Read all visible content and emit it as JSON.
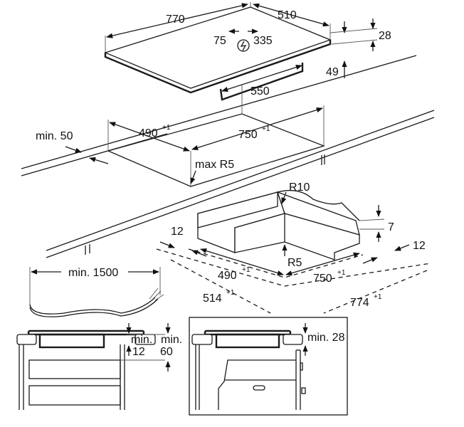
{
  "hob": {
    "width": "770",
    "depth": "510",
    "height": "28",
    "connection_x": "75",
    "connection_y": "335",
    "box_depth": "550",
    "box_height": "49"
  },
  "cutout": {
    "min_edge": "min. 50",
    "depth": "490",
    "width": "750",
    "tolerance": "+1",
    "corner_radius": "max R5"
  },
  "flush_frame": {
    "outer_radius": "R10",
    "inner_radius": "R5",
    "step_depth": "7",
    "ledge_left": "12",
    "ledge_right": "12",
    "inner_depth": "490",
    "inner_width": "750",
    "outer_depth": "514",
    "outer_width": "774",
    "tolerance": "+1"
  },
  "cable": {
    "min_length": "min. 1500"
  },
  "cabinet_drawers": {
    "gap_label_1": "min.",
    "gap_value_1": "12",
    "gap_label_2": "min.",
    "gap_value_2": "60"
  },
  "cabinet_oven": {
    "gap_label": "min. 28"
  }
}
